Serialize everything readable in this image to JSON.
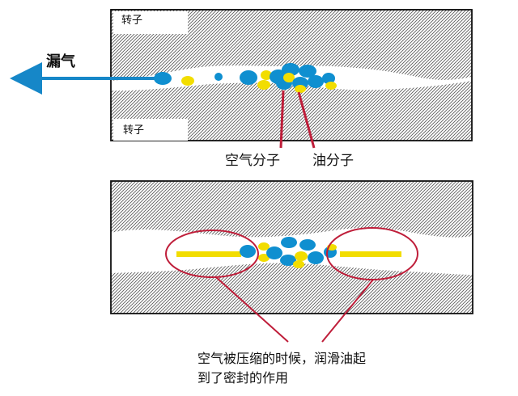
{
  "labels": {
    "top_rotor": "转子",
    "bottom_rotor": "转子",
    "leak": "漏气",
    "air_molecule": "空气分子",
    "oil_molecule": "油分子"
  },
  "caption": {
    "line1": "空气被压缩的时候，润滑油起",
    "line2": "到了密封的作用"
  },
  "colors": {
    "air": "#0f8fd0",
    "oil": "#f2dd00",
    "callout": "#bf1e3a",
    "hatch": "#5d5d5d"
  }
}
